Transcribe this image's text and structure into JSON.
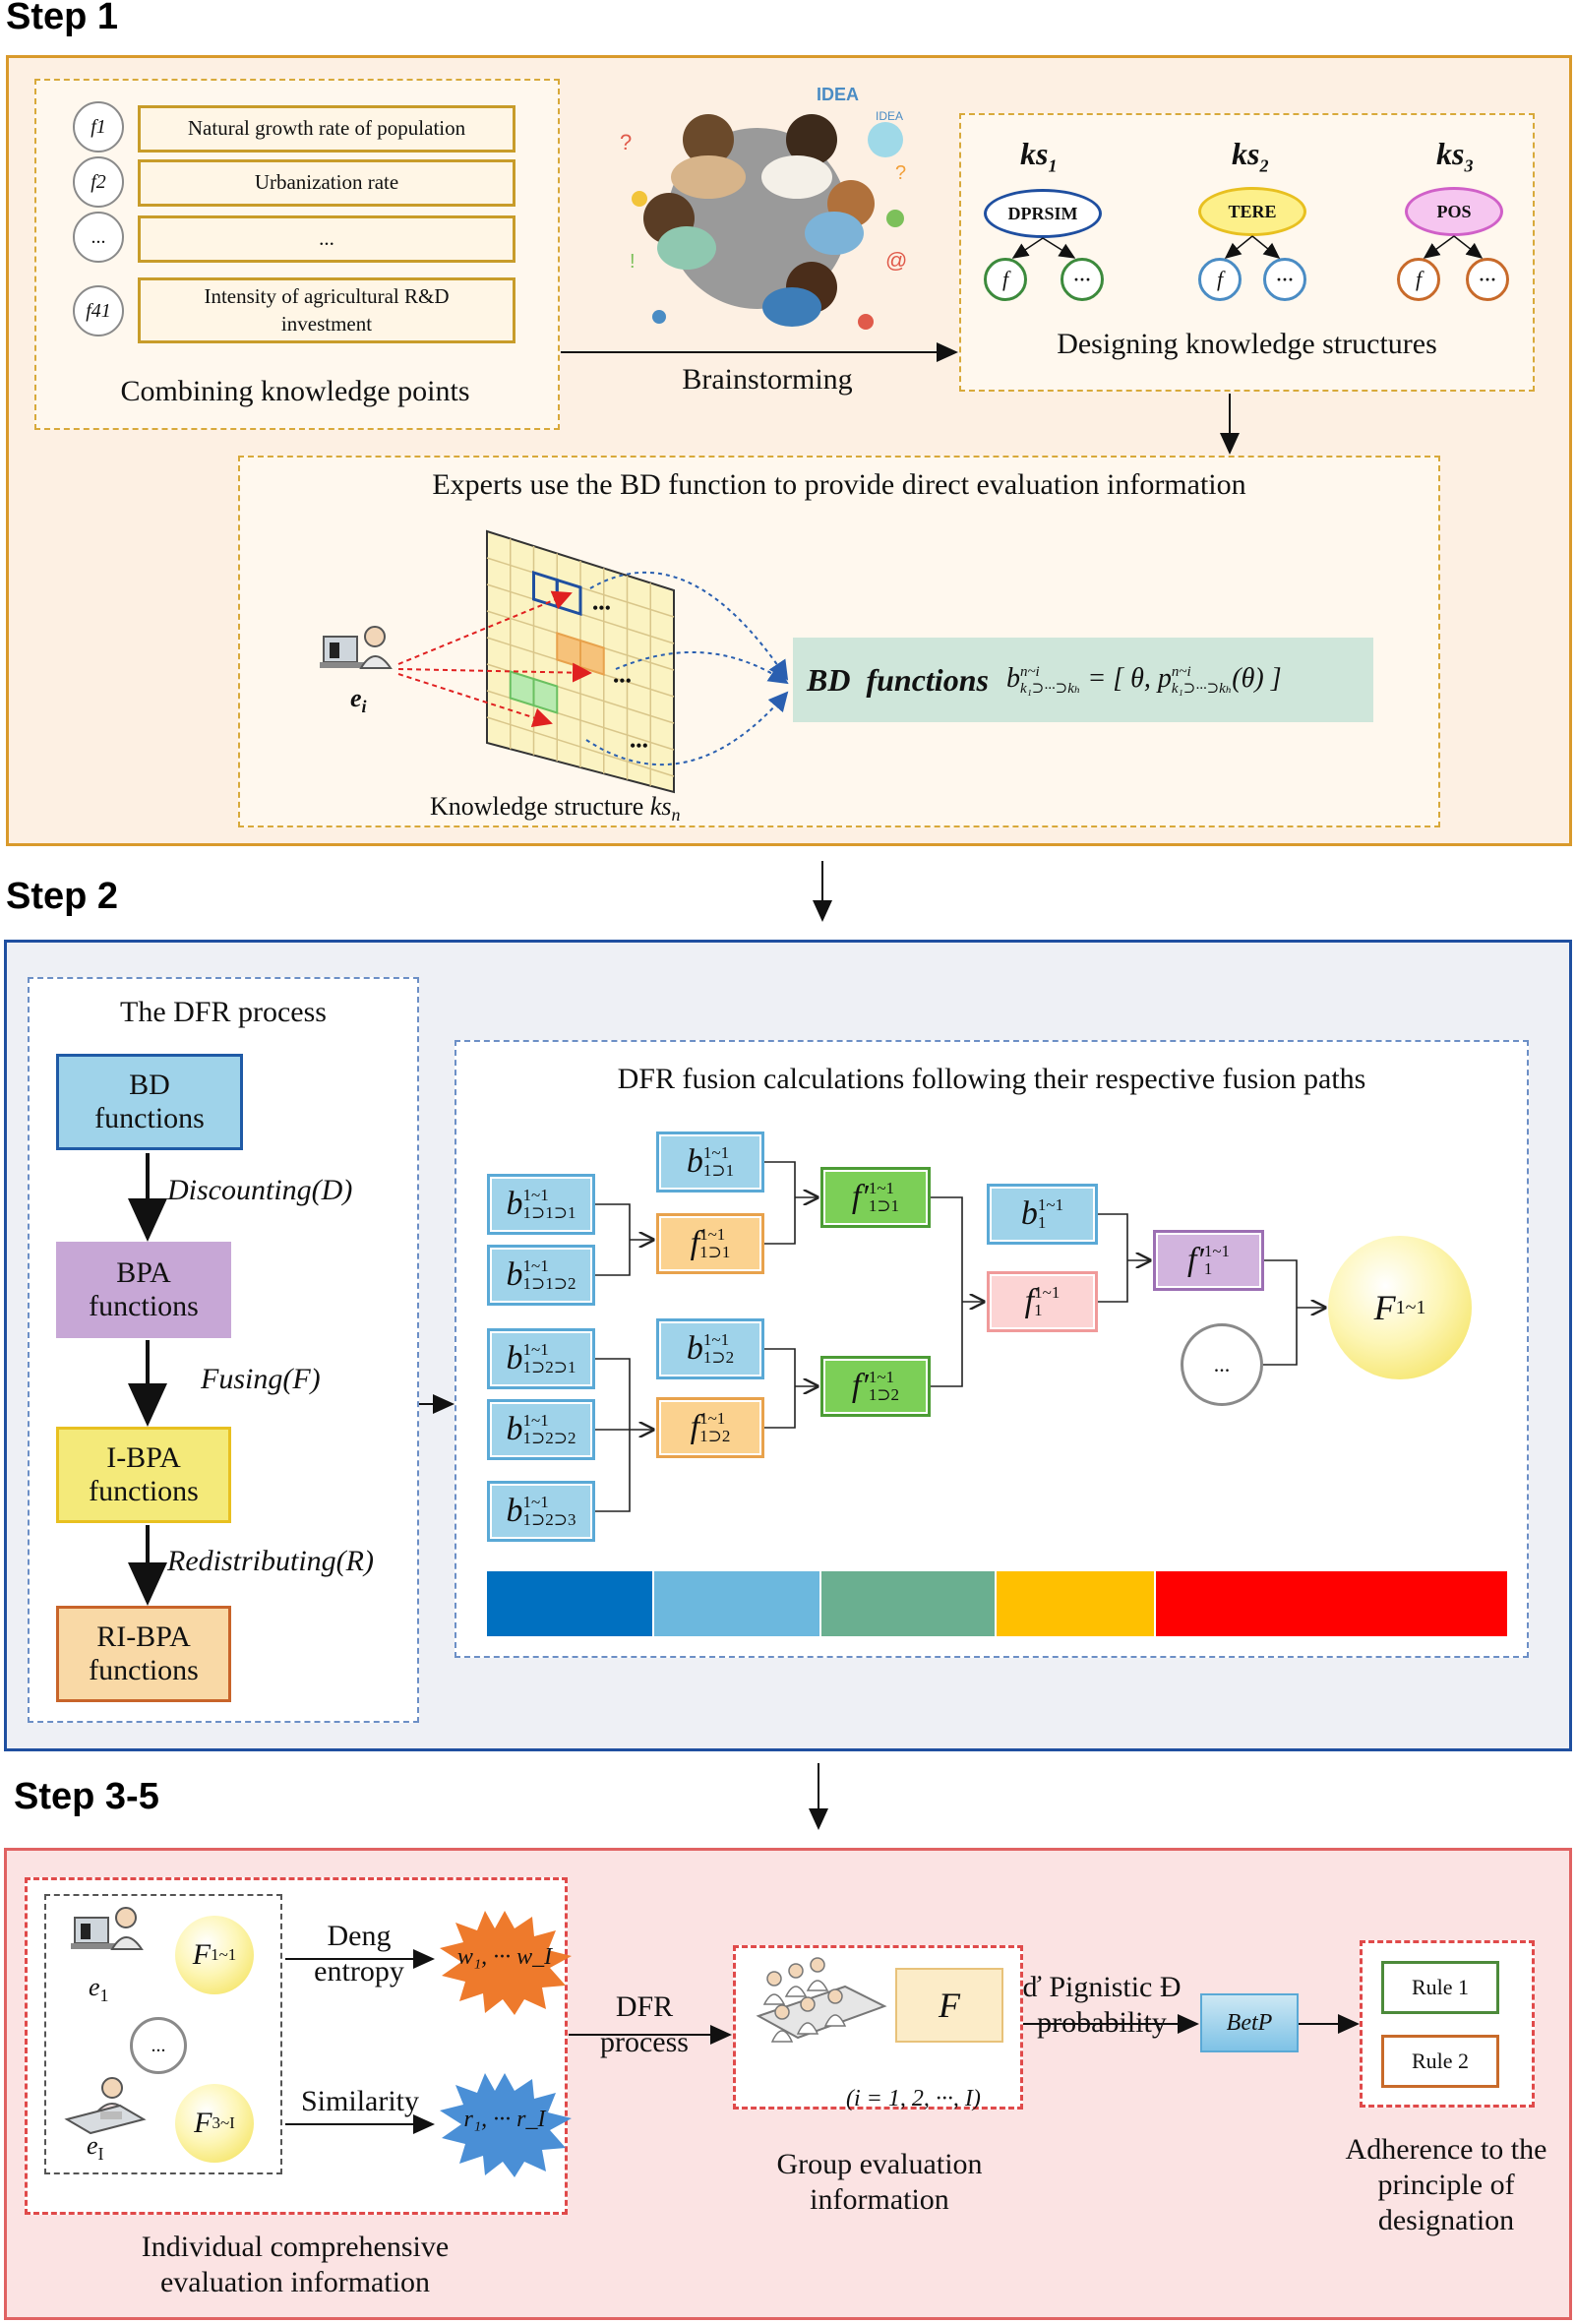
{
  "steps": {
    "step1": "Step 1",
    "step2": "Step 2",
    "step3": "Step 3-5"
  },
  "step1": {
    "factors": [
      {
        "id": "f1",
        "label": "Natural growth rate of population"
      },
      {
        "id": "f2",
        "label": "Urbanization rate"
      },
      {
        "id": "...",
        "label": "..."
      },
      {
        "id": "f41",
        "label": "Intensity of agricultural R&D investment"
      }
    ],
    "combining_label": "Combining knowledge points",
    "brainstorming_label": "Brainstorming",
    "ks": [
      {
        "name": "ks",
        "sub": "1",
        "root": "DPRSIM",
        "leaf1": "f",
        "leaf2": "···"
      },
      {
        "name": "ks",
        "sub": "2",
        "root": "TERE",
        "leaf1": "f",
        "leaf2": "···"
      },
      {
        "name": "ks",
        "sub": "3",
        "root": "POS",
        "leaf1": "f",
        "leaf2": "···"
      }
    ],
    "designing_label": "Designing knowledge structures",
    "experts_label": "Experts use the BD function to provide direct evaluation information",
    "expert_label": "e",
    "expert_sub": "i",
    "grid_label": "Knowledge structure ",
    "grid_label_var": "ks",
    "grid_label_sub": "n",
    "dots": "•••",
    "bd_title": "BD  functions",
    "bd_formula_lhs": "b",
    "bd_formula_sup": "n~i",
    "bd_formula_sub": "k₁⊃···⊃kₕ",
    "bd_formula_rhs": "= [ θ, p",
    "bd_formula_rhs_sup": "n~i",
    "bd_formula_rhs_sub": "k₁⊃···⊃kₕ",
    "bd_formula_tail": "(θ) ]"
  },
  "step2": {
    "dfr_title": "The DFR process",
    "flow": [
      {
        "label": "BD functions",
        "color": "#9fd3ea",
        "border": "#1f5aa6"
      },
      {
        "label": "BPA functions",
        "color": "#c7a7d6",
        "border": "#c7a7d6"
      },
      {
        "label": "I-BPA functions",
        "color": "#f4ea7a",
        "border": "#e8c020"
      },
      {
        "label": "RI-BPA functions",
        "color": "#f9d9a6",
        "border": "#c8642a"
      }
    ],
    "ops": [
      "Discounting(D)",
      "Fusing(F)",
      "Redistributing(R)"
    ],
    "fusion_title": "DFR fusion calculations following their respective fusion paths",
    "b_level3": [
      {
        "sup": "1~1",
        "sub": "1⊃1⊃1"
      },
      {
        "sup": "1~1",
        "sub": "1⊃1⊃2"
      },
      {
        "sup": "1~1",
        "sub": "1⊃2⊃1"
      },
      {
        "sup": "1~1",
        "sub": "1⊃2⊃2"
      },
      {
        "sup": "1~1",
        "sub": "1⊃2⊃3"
      }
    ],
    "b_level2": [
      {
        "sup": "1~1",
        "sub": "1⊃1"
      },
      {
        "sup": "1~1",
        "sub": "1⊃2"
      }
    ],
    "f_level2": [
      {
        "sup": "1~1",
        "sub": "1⊃1"
      },
      {
        "sup": "1~1",
        "sub": "1⊃2"
      }
    ],
    "fp_level2": [
      {
        "sup": "1~1",
        "sub": "1⊃1"
      },
      {
        "sup": "1~1",
        "sub": "1⊃2"
      }
    ],
    "b_level1": {
      "sup": "1~1",
      "sub": "1"
    },
    "f_level1": {
      "sup": "1~1",
      "sub": "1"
    },
    "fp_level1": {
      "sup": "1~1",
      "sub": "1"
    },
    "ellipsis": "...",
    "F_final": {
      "sup": "1~1"
    },
    "color_bar": [
      "#0070c0",
      "#6cb8de",
      "#6aaf90",
      "#ffc000",
      "#ff0000"
    ]
  },
  "step3": {
    "e1": "e",
    "e1_sub": "1",
    "eI": "e",
    "eI_sub": "I",
    "F1": {
      "sup": "1~1"
    },
    "F3": {
      "sup": "3~I"
    },
    "ellipsis": "...",
    "deng": "Deng entropy",
    "similarity": "Similarity",
    "w_label": "w₁, ··· w_I",
    "r_label": "r₁, ··· r_I",
    "individual_label": "Individual comprehensive evaluation information",
    "dfr_process": "DFR process",
    "F_group": "F",
    "index_label": "(i = 1, 2, ···, I)",
    "group_label": "Group evaluation information",
    "pignistic_label": "ď Pignistic Đ probability",
    "betp": "BetP",
    "rule1": "Rule 1",
    "rule2": "Rule 2",
    "adherence_label": "Adherence to the principle of designation"
  }
}
